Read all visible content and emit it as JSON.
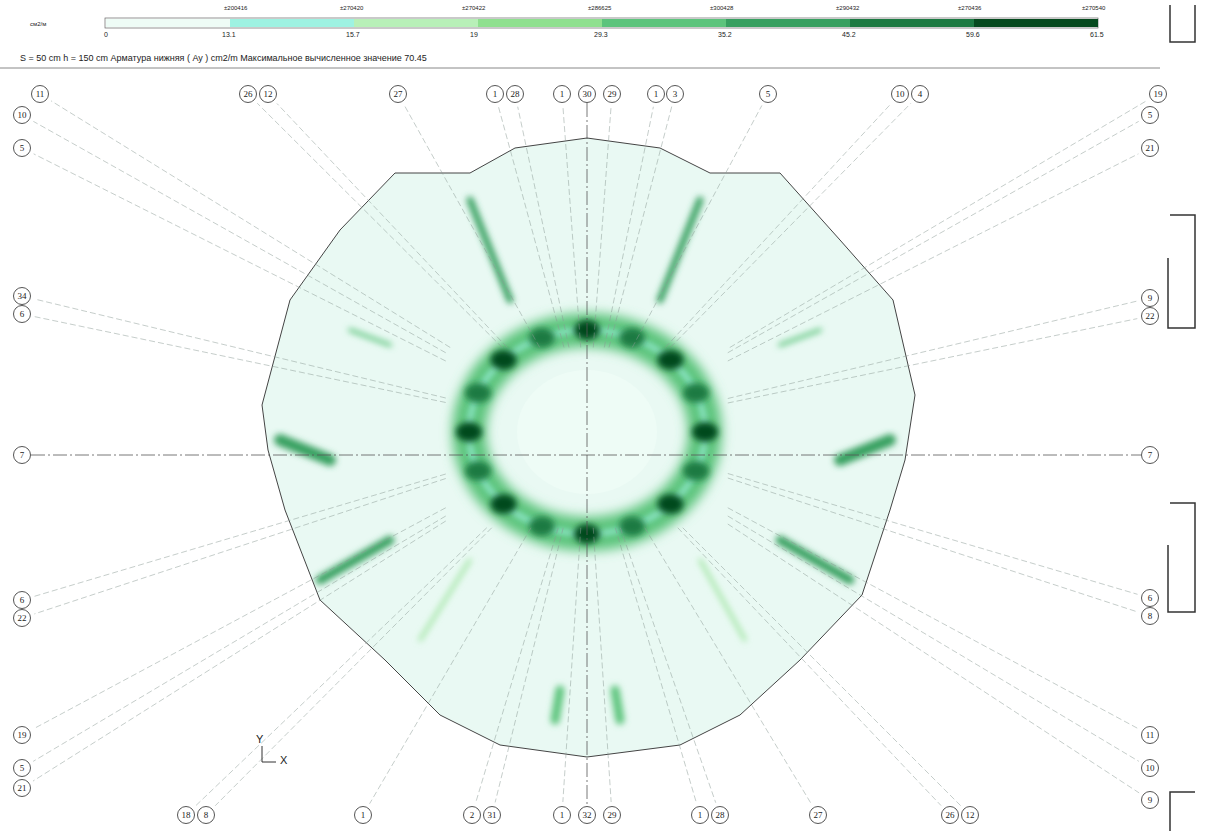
{
  "diagram": {
    "nodes": [
      {
        "text": [
          "11"
        ]
      },
      {
        "text": [
          "26"
        ]
      },
      {
        "text": [
          "12"
        ]
      },
      {
        "text": [
          "27"
        ]
      },
      {
        "text": [
          "1"
        ]
      },
      {
        "text": [
          "28"
        ]
      },
      {
        "text": [
          "1"
        ]
      },
      {
        "text": [
          "30"
        ]
      },
      {
        "text": [
          "29"
        ]
      },
      {
        "text": [
          "1"
        ]
      },
      {
        "text": [
          "3"
        ]
      },
      {
        "text": [
          "5"
        ]
      },
      {
        "text": [
          "10"
        ]
      },
      {
        "text": [
          "4"
        ]
      },
      {
        "text": [
          "19"
        ]
      },
      {
        "text": [
          "10"
        ]
      },
      {
        "text": [
          "5"
        ]
      },
      {
        "text": [
          "34"
        ]
      },
      {
        "text": [
          "6"
        ]
      },
      {
        "text": [
          "7"
        ]
      },
      {
        "text": [
          "6"
        ]
      },
      {
        "text": [
          "22"
        ]
      },
      {
        "text": [
          "19"
        ]
      },
      {
        "text": [
          "5"
        ]
      },
      {
        "text": [
          "21"
        ]
      },
      {
        "text": [
          "5"
        ]
      },
      {
        "text": [
          "21"
        ]
      },
      {
        "text": [
          "9"
        ]
      },
      {
        "text": [
          "22"
        ]
      },
      {
        "text": [
          "7"
        ]
      },
      {
        "text": [
          "6"
        ]
      },
      {
        "text": [
          "8"
        ]
      },
      {
        "text": [
          "11"
        ]
      },
      {
        "text": [
          "10"
        ]
      },
      {
        "text": [
          "9"
        ]
      },
      {
        "text": [
          "18"
        ]
      },
      {
        "text": [
          "8"
        ]
      },
      {
        "text": [
          "1"
        ]
      },
      {
        "text": [
          "2"
        ]
      },
      {
        "text": [
          "31"
        ]
      },
      {
        "text": [
          "1"
        ]
      },
      {
        "text": [
          "32"
        ]
      },
      {
        "text": [
          "29"
        ]
      },
      {
        "text": [
          "1"
        ]
      },
      {
        "text": [
          "28"
        ]
      },
      {
        "text": [
          "27"
        ]
      },
      {
        "text": [
          "26"
        ]
      },
      {
        "text": [
          "12"
        ]
      }
    ],
    "edges": [
      {
        "from": 19,
        "to": 29,
        "arrow": "none"
      },
      {
        "from": 7,
        "to": 41,
        "arrow": "none"
      }
    ],
    "labels": [
      "S = 50 cm  h = 150 cm  Арматура нижняя ( Ay ) cm2/m  Максимальное вычисленное значение 70.45",
      "см2/м",
      "±200416",
      "±270420",
      "±270422",
      "±286625",
      "±300428",
      "±290432",
      "±270436",
      "±270540",
      "0",
      "Y",
      "X"
    ],
    "legend": [
      {
        "text": "13.1",
        "color": "#eefcf6"
      },
      {
        "text": "15.7",
        "color": "#9ef2e2"
      },
      {
        "text": "19",
        "color": "#b8f0b8"
      },
      {
        "text": "29.3",
        "color": "#8fe08f"
      },
      {
        "text": "35.2",
        "color": "#5cc47c"
      },
      {
        "text": "45.2",
        "color": "#37a060"
      },
      {
        "text": "59.6",
        "color": "#1c7a42"
      },
      {
        "text": "61.5",
        "color": "#064a1e"
      }
    ]
  }
}
